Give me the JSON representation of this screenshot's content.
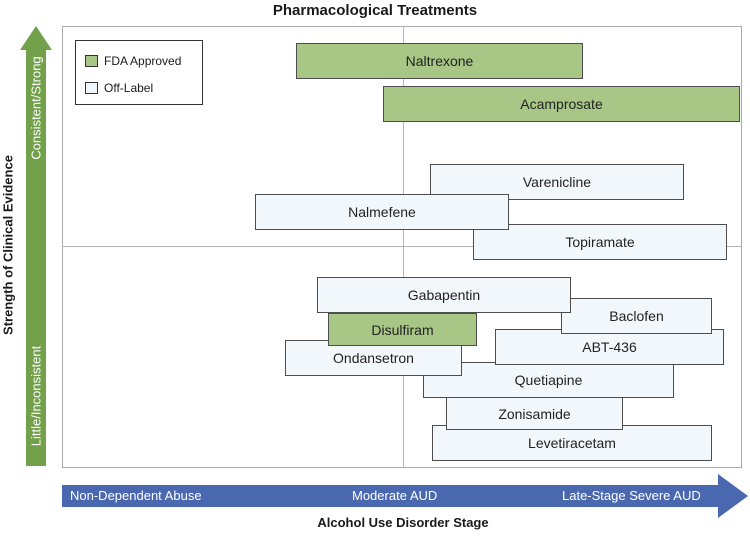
{
  "title": "Pharmacological Treatments",
  "legend": {
    "fda": "FDA Approved",
    "off": "Off-Label"
  },
  "y_axis": {
    "title": "Strength of Clinical Evidence",
    "top_label": "Consistent/Strong",
    "bottom_label": "Little/Inconsistent"
  },
  "x_axis": {
    "title": "Alcohol Use Disorder Stage",
    "left_label": "Non-Dependent Abuse",
    "middle_label": "Moderate AUD",
    "right_label": "Late-Stage Severe AUD"
  },
  "colors": {
    "fda_fill": "#a8c686",
    "off_label_fill": "#f2f7fc",
    "y_arrow": "#73a04a",
    "x_arrow": "#4a68b0"
  },
  "treatments": [
    {
      "name": "Naltrexone",
      "status": "FDA Approved"
    },
    {
      "name": "Acamprosate",
      "status": "FDA Approved"
    },
    {
      "name": "Varenicline",
      "status": "Off-Label"
    },
    {
      "name": "Nalmefene",
      "status": "Off-Label"
    },
    {
      "name": "Topiramate",
      "status": "Off-Label"
    },
    {
      "name": "Gabapentin",
      "status": "Off-Label"
    },
    {
      "name": "Baclofen",
      "status": "Off-Label"
    },
    {
      "name": "Disulfiram",
      "status": "FDA Approved"
    },
    {
      "name": "ABT-436",
      "status": "Off-Label"
    },
    {
      "name": "Ondansetron",
      "status": "Off-Label"
    },
    {
      "name": "Quetiapine",
      "status": "Off-Label"
    },
    {
      "name": "Zonisamide",
      "status": "Off-Label"
    },
    {
      "name": "Levetiracetam",
      "status": "Off-Label"
    }
  ]
}
